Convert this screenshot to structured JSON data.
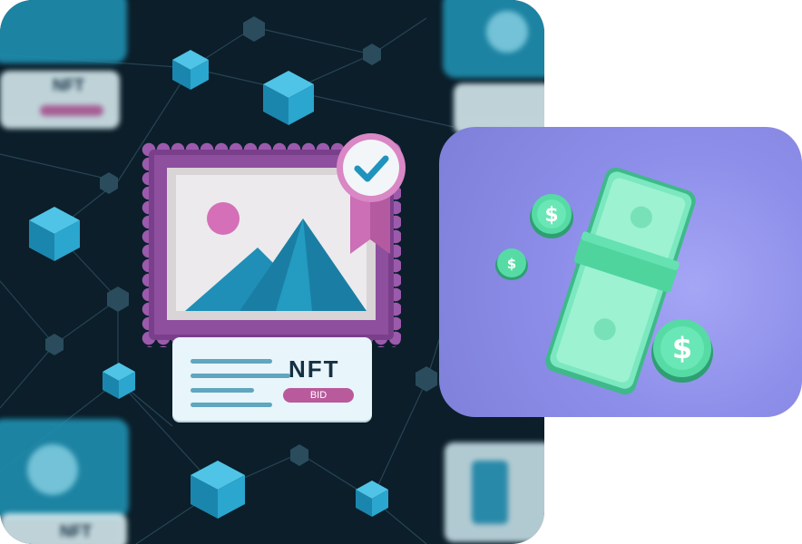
{
  "nft_card": {
    "label": "NFT",
    "bid_label": "BID"
  },
  "background_tiles": {
    "top_left_label": "NFT",
    "bottom_left_label": "NFT"
  },
  "icons": [
    "checkmark-badge-icon",
    "mountain-image-icon",
    "play-icon",
    "dollar-coin-icon",
    "cash-stack-icon",
    "cube-icon"
  ],
  "colors": {
    "dark_background": "#0b1e2a",
    "frame_purple": "#8e4f9e",
    "money_panel": "#8d8ee9",
    "cash_green": "#5fd9a6",
    "cube_teal": "#1e9cc4"
  }
}
